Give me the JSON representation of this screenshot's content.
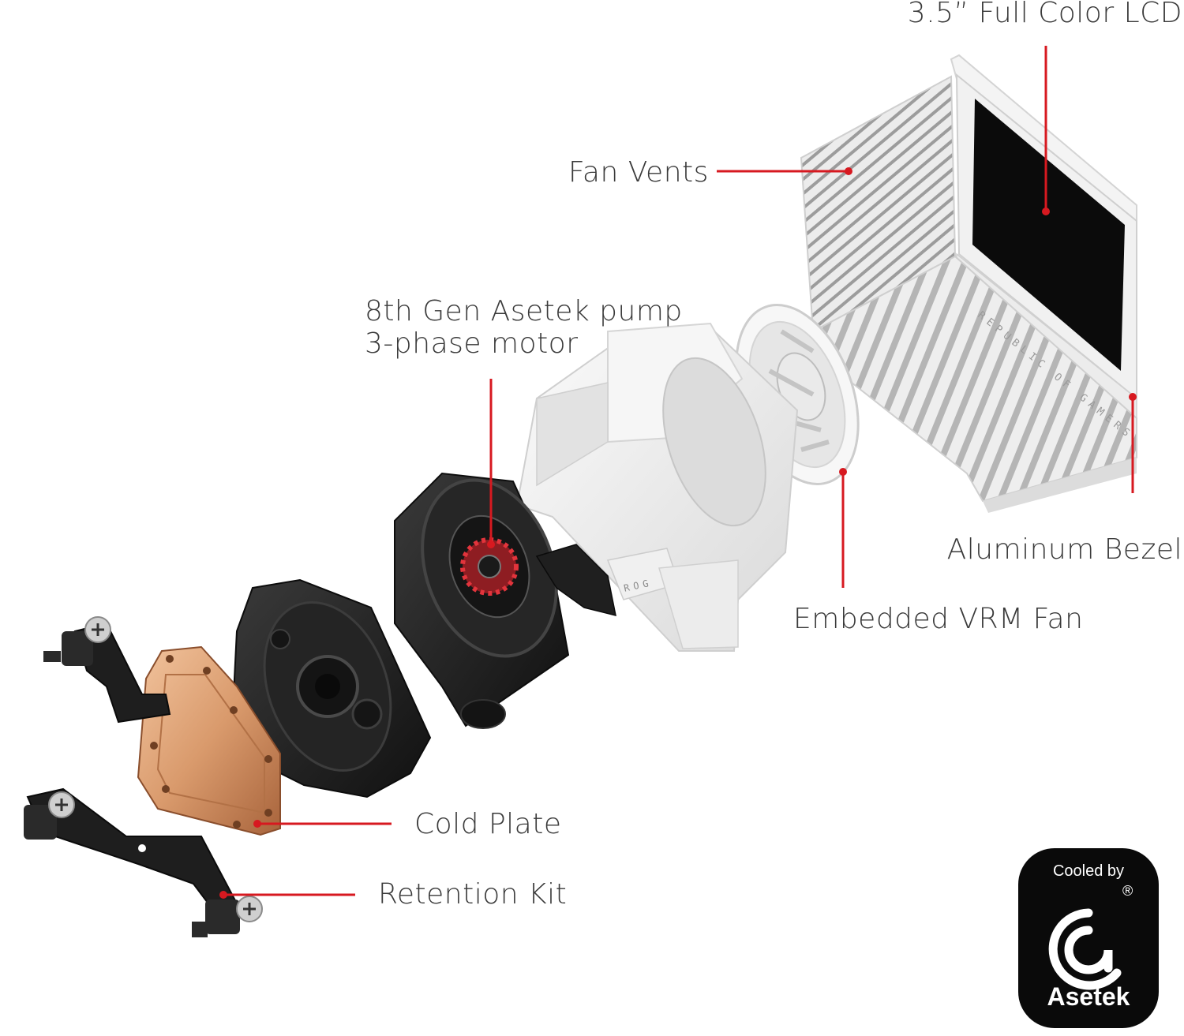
{
  "labels": {
    "lcd": "3.5” Full Color LCD",
    "fan_vents": "Fan Vents",
    "pump_line1": "8th Gen Asetek pump",
    "pump_line2": "3-phase motor",
    "bezel": "Aluminum Bezel",
    "vrm_fan": "Embedded VRM Fan",
    "cold_plate": "Cold Plate",
    "retention_kit": "Retention Kit",
    "housing_logo": "REPUBLIC OF GAMERS",
    "rog_tab": "ROG"
  },
  "badge": {
    "top_text": "Cooled by",
    "registered": "®",
    "brand": "Asetek"
  },
  "colors": {
    "leader": "#d71920",
    "label_text": "#3a3a3a",
    "white_part": "#f2f2f2",
    "black_part": "#1c1c1c",
    "copper": "#c98a5e",
    "badge_bg": "#0a0a0a"
  }
}
